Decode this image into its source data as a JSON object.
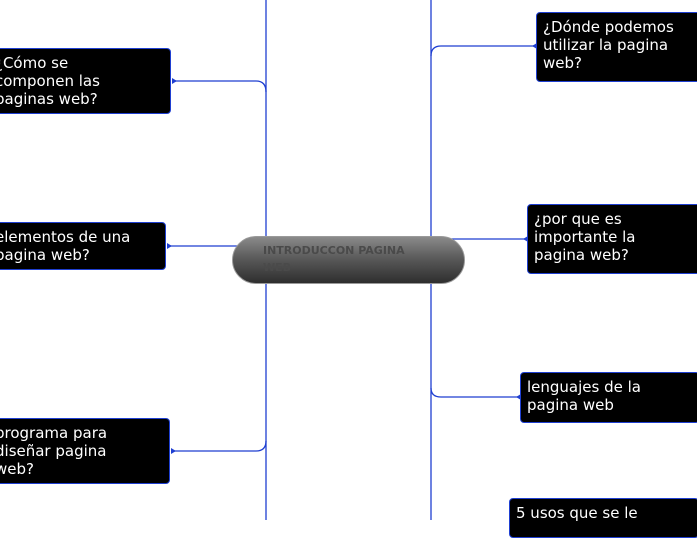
{
  "mindmap": {
    "center": {
      "label": "INTRODUCCON PAGINA\nWEB"
    },
    "topics": [
      {
        "id": "t1",
        "label": "¿Cómo se\ncomponen las\npaginas web?"
      },
      {
        "id": "t2",
        "label": "elementos de una\npagina web?"
      },
      {
        "id": "t3",
        "label": "programa para\ndiseñar pagina\nweb?"
      },
      {
        "id": "t4",
        "label": "¿Dónde podemos\nutilizar la pagina\nweb?"
      },
      {
        "id": "t5",
        "label": "¿por que es\nimportante la\npagina web?"
      },
      {
        "id": "t6",
        "label": "lenguajes de la\npagina web"
      },
      {
        "id": "t7",
        "label": "5 usos que se le"
      }
    ]
  },
  "colors": {
    "connector": "#1f3fd1",
    "node_fill": "#000000",
    "node_text": "#ffffff"
  }
}
